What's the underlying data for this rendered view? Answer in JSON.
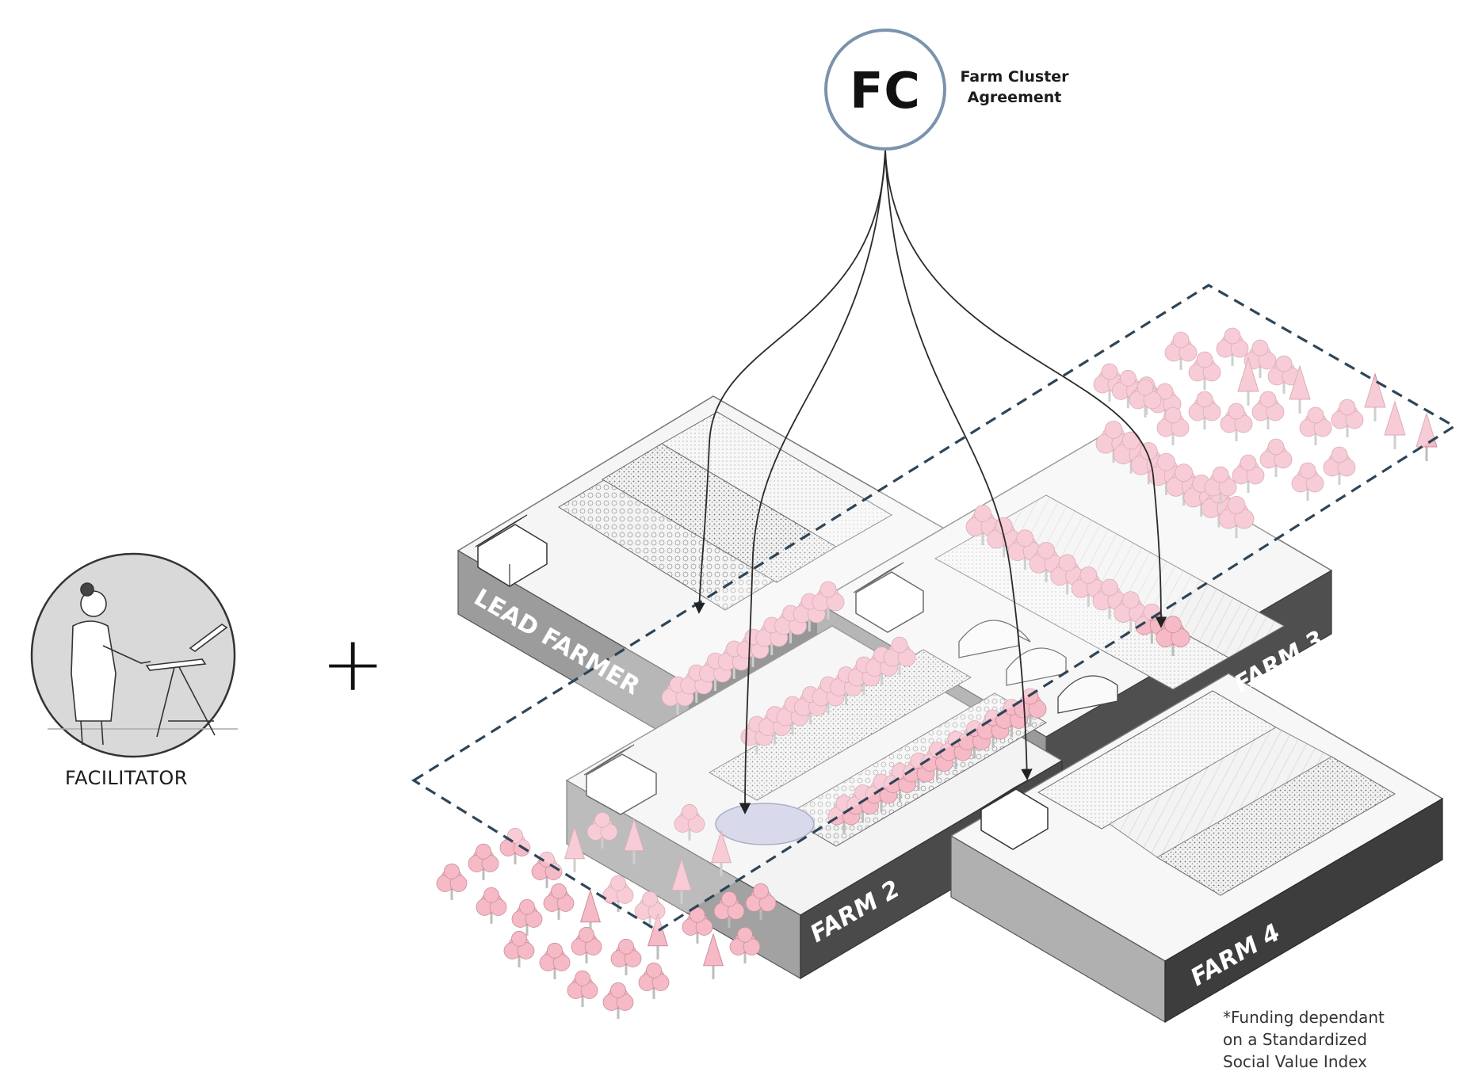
{
  "header": {
    "fc_label": "FC",
    "agreement_line1": "Farm Cluster",
    "agreement_line2": "Agreement"
  },
  "facilitator": {
    "label": "FACILITATOR"
  },
  "connector": {
    "plus": "+"
  },
  "farms": {
    "lead": "LEAD FARMER",
    "farm2": "FARM 2",
    "farm3": "FARM 3",
    "farm4": "FARM 4"
  },
  "footnote": {
    "line1": "*Funding dependant",
    "line2": "on a Standardized",
    "line3": "Social Value Index"
  },
  "colors": {
    "tree_pink": "#f6b9c6",
    "tree_outline": "#c98f9c",
    "fc_ring": "#7b93ad",
    "cluster_dash": "#2e4558",
    "slab_side": "#5b5b5b",
    "slab_side_dark": "#3f3f3f",
    "pond": "#c9cce3",
    "field_fill": "#ececec"
  }
}
